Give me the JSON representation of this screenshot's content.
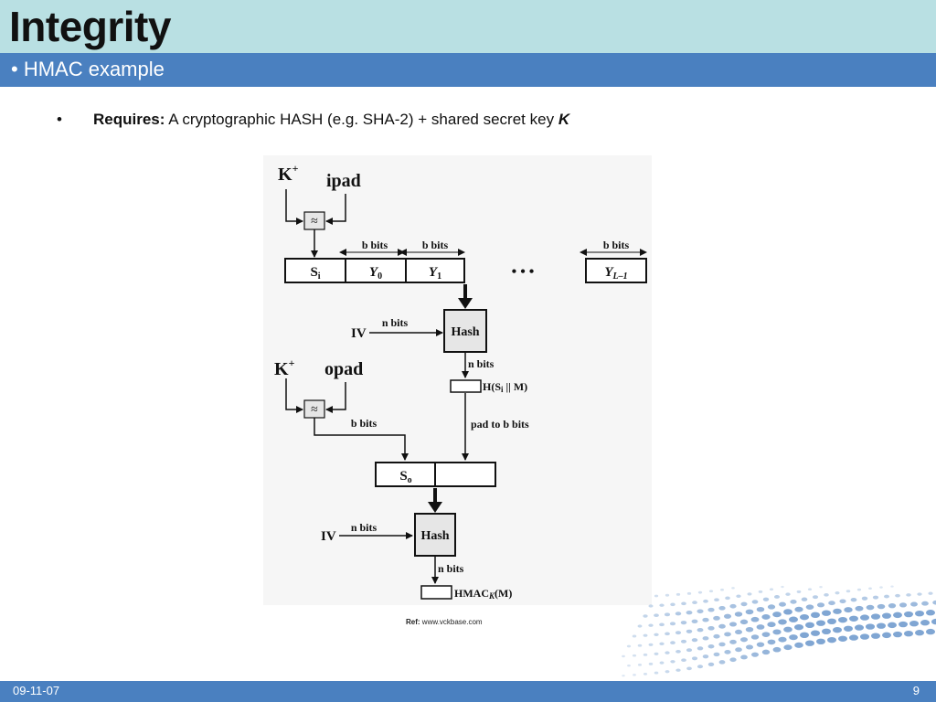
{
  "slide": {
    "title": "Integrity",
    "subtitle": "• HMAC example",
    "bullet": {
      "marker": "•",
      "bold": "Requires:",
      "text": " A cryptographic HASH (e.g. SHA-2) + shared secret key ",
      "key": "K"
    },
    "ref_label": "Ref:",
    "ref_url": "www.vckbase.com",
    "footer_date": "09-11-07",
    "page_number": "9"
  },
  "diagram": {
    "k_plus_1": "K",
    "plus_sup": "+",
    "ipad": "ipad",
    "xor_symbol": "≈",
    "b_bits": "b bits",
    "si": "S",
    "si_sub": "i",
    "y0": "Y",
    "y0_sub": "0",
    "y1": "Y",
    "y1_sub": "1",
    "ellipsis": "• • •",
    "yl1": "Y",
    "yl1_sub": "L–1",
    "iv": "IV",
    "n_bits": "n bits",
    "hash": "Hash",
    "h_si_m": "H(S",
    "h_si_m_sub": "i",
    "h_si_m_rest": " || M)",
    "k_plus_2": "K",
    "opad": "opad",
    "pad_to_b_bits": "pad to b bits",
    "so": "S",
    "so_sub": "o",
    "hmac": "HMAC",
    "hmac_sub": "K",
    "hmac_rest": "(M)"
  },
  "colors": {
    "title_bar": "#b9e0e3",
    "accent_bar": "#4a80c0",
    "hash_box": "#e6e6e6"
  }
}
